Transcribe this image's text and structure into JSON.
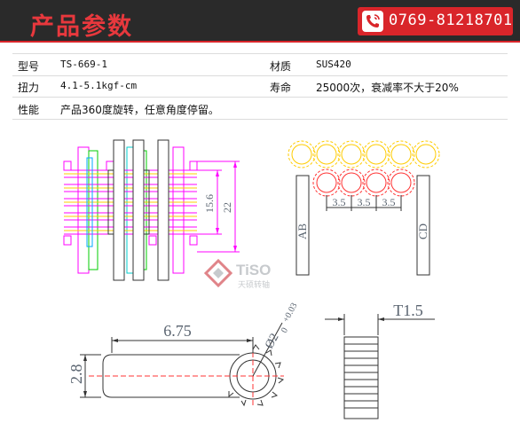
{
  "header": {
    "title": "产品参数",
    "phone": "0769-81218701",
    "colors": {
      "band": "#2a2a2a",
      "accent": "#d9252a"
    }
  },
  "specs": {
    "model_label": "型号",
    "model_value": "TS-669-1",
    "material_label": "材质",
    "material_value": "SUS420",
    "torque_label": "扭力",
    "torque_value": "4.1-5.1kgf-cm",
    "life_label": "寿命",
    "life_value": "25000次，衰减率不大于20%",
    "performance_label": "性能",
    "performance_value": "产品360度旋转，任意角度停留。"
  },
  "drawing": {
    "dim_height_inner": "15.6",
    "dim_height_outer": "22",
    "gear_spacing": [
      "3.5",
      "3.5",
      "3.5"
    ],
    "plate_left_label": "AB",
    "plate_right_label": "CD",
    "dim_length": "6.75",
    "dim_width": "2.8",
    "dim_diameter": "Ø2",
    "dim_tol_upper": "+0.03",
    "dim_tol_lower": "0",
    "dim_thickness": "T1.5"
  },
  "watermark": {
    "brand": "TiSO",
    "brand_cn": "天硕转轴"
  }
}
